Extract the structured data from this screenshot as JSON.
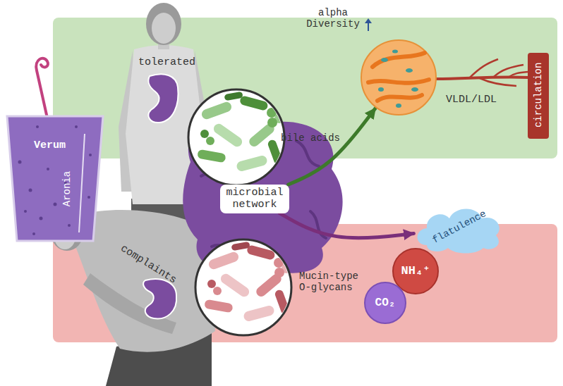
{
  "diagram": {
    "nodes": [
      {
        "text": [
          "Verum",
          "Aronia"
        ]
      },
      {
        "text": [
          "microbial network"
        ]
      },
      {
        "text": [
          "VLDL/LDL"
        ]
      },
      {
        "text": [
          "circulation"
        ]
      },
      {
        "text": [
          "flatulence"
        ]
      },
      {
        "text": [
          "NH₄⁺"
        ]
      },
      {
        "text": [
          "CO₂"
        ]
      }
    ],
    "edges": [
      {
        "from": 1,
        "to": 2,
        "arrow": "to",
        "label": "bile acids"
      },
      {
        "from": 1,
        "to": 4,
        "arrow": "to",
        "label": "Mucin-type O-glycans"
      }
    ],
    "labels": [
      "alpha Diversity",
      "tolerated",
      "complaints"
    ]
  }
}
